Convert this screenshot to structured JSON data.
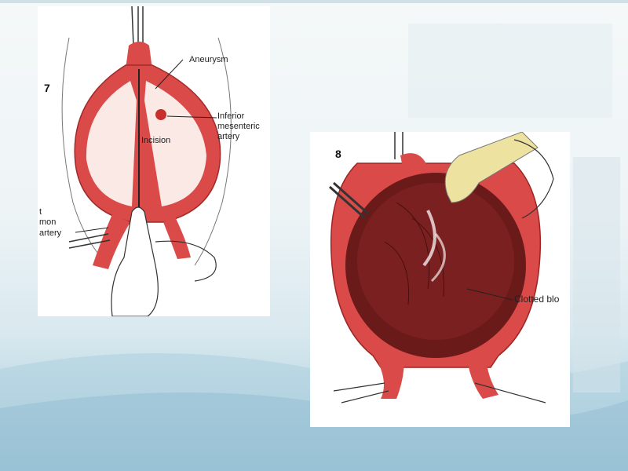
{
  "slide": {
    "figure7": {
      "number": "7",
      "labels": {
        "aneurysm": "Aneurysm",
        "inferior_mesenteric_1": "Inferior",
        "inferior_mesenteric_2": "mesenteric",
        "inferior_mesenteric_3": "artery",
        "incision": "Incision",
        "common_iliac_1": "t",
        "common_iliac_2": "mon",
        "common_iliac_3": "artery"
      }
    },
    "figure8": {
      "number": "8",
      "labels": {
        "clotted_blood": "Clotted blo"
      }
    }
  },
  "colors": {
    "vessel_red": "#d94a48",
    "vessel_light": "#f2b3ab",
    "clot_dark": "#6b1a1a",
    "glove_yellow": "#eee2a0",
    "background_teal": "#9cc4d6"
  }
}
